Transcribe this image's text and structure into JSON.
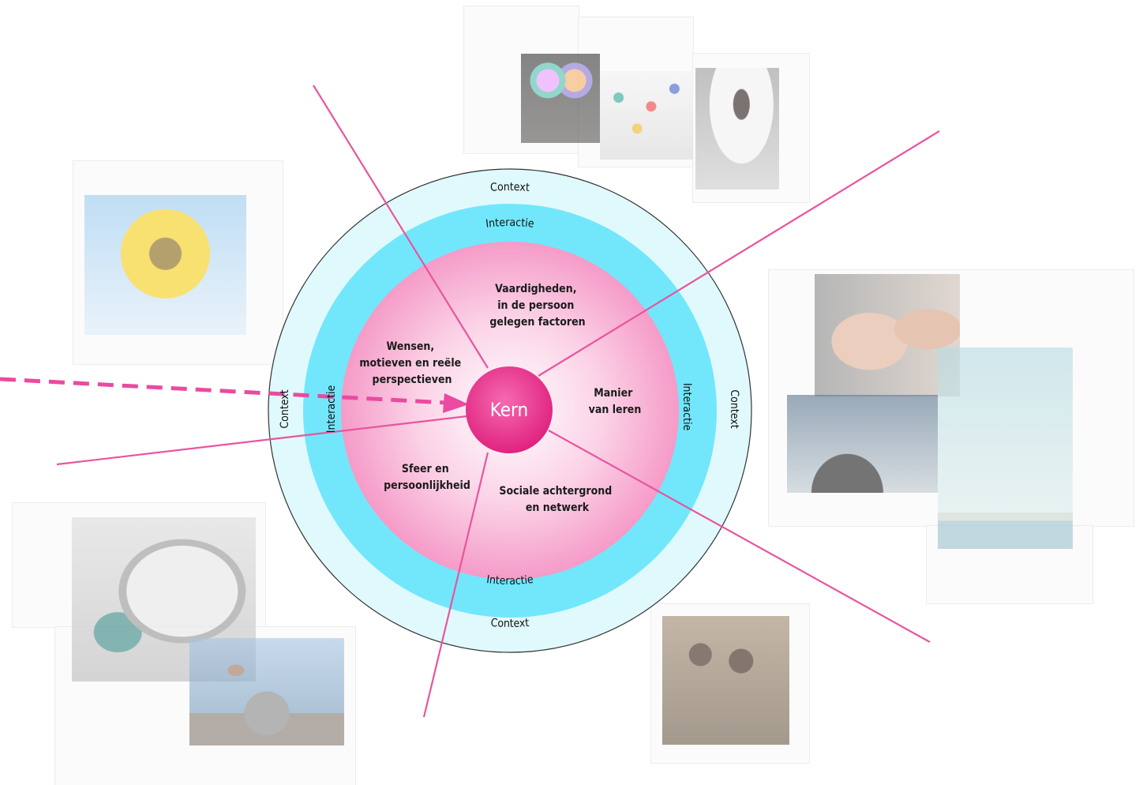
{
  "diagram": {
    "core": {
      "label": "Kern"
    },
    "rings": {
      "context_top": "Context",
      "context_left": "Context",
      "context_right": "Context",
      "context_bottom": "Context",
      "interactie_top": "Interactie",
      "interactie_left": "Interactie",
      "interactie_right": "Interactie",
      "interactie_bottom": "Interactie"
    },
    "segments": {
      "vaardigheden": [
        "Vaardigheden,",
        "in de persoon",
        "gelegen factoren"
      ],
      "wensen": [
        "Wensen,",
        "motieven en reële",
        "perspectieven"
      ],
      "manier": [
        "Manier",
        "van leren"
      ],
      "sfeer": [
        "Sfeer en",
        "persoonlijkheid"
      ],
      "sociale": [
        "Sociale achtergrond",
        "en netwerk"
      ]
    },
    "colors": {
      "spoke": "#e8559e",
      "arrow": "#ea4aa0",
      "interactie_ring": "#6fe7fb",
      "context_ring": "#dff9fd",
      "core": "#e5338f",
      "pink_field": "#f6a8cf"
    }
  },
  "images": [
    {
      "name": "sunflower-photo"
    },
    {
      "name": "eye-art-photo"
    },
    {
      "name": "network-pins-photo"
    },
    {
      "name": "veiled-woman-photo"
    },
    {
      "name": "ear-listening-photo"
    },
    {
      "name": "crowd-surf-photo"
    },
    {
      "name": "high-diver-photo"
    },
    {
      "name": "family-photo"
    },
    {
      "name": "mirror-women-photo"
    },
    {
      "name": "balancing-stones-photo"
    }
  ]
}
